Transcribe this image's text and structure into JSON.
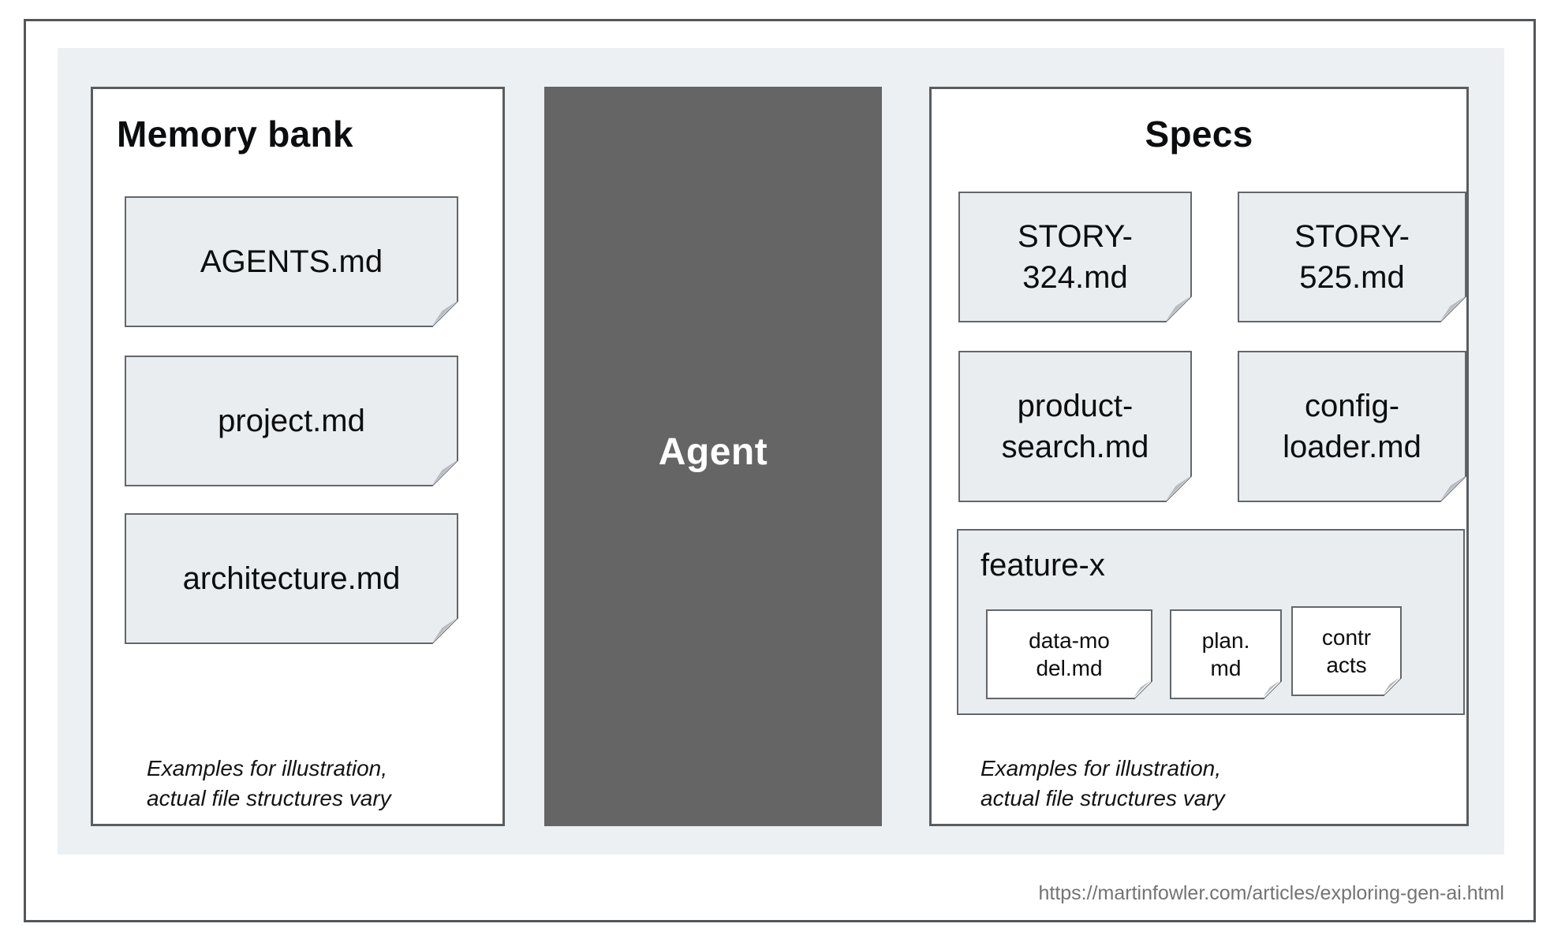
{
  "memory_bank": {
    "title": "Memory bank",
    "files": [
      "AGENTS.md",
      "project.md",
      "architecture.md"
    ],
    "note": "Examples for illustration,\nactual file structures vary"
  },
  "agent": {
    "label": "Agent"
  },
  "specs": {
    "title": "Specs",
    "files": [
      "STORY-\n324.md",
      "STORY-\n525.md",
      "product-\nsearch.md",
      "config-\nloader.md"
    ],
    "feature_folder": {
      "label": "feature-x",
      "files": [
        "data-mo\ndel.md",
        "plan.\nmd",
        "contr\nacts"
      ]
    },
    "note": "Examples for illustration,\nactual file structures vary"
  },
  "footer": {
    "source_url": "https://martinfowler.com/articles/exploring-gen-ai.html"
  },
  "colors": {
    "panel_bg": "#ecf0f3",
    "card_bg": "#e9edf0",
    "agent_bg": "#656565",
    "box_border": "#5a5d60",
    "fold_fill": "#b9bdc2",
    "url_text": "#737373"
  }
}
